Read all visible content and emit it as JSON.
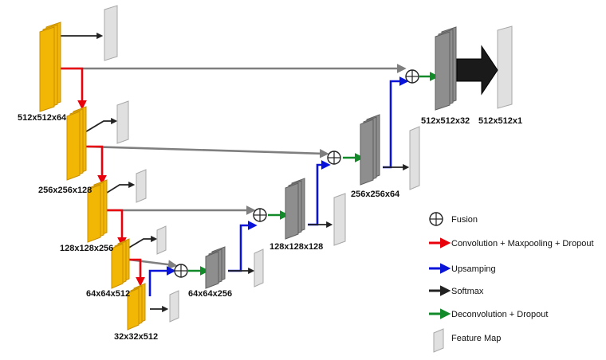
{
  "colors": {
    "encoder": "#f2b705",
    "encoder_edge": "#c98f00",
    "decoder": "#8e8e8e",
    "decoder_edge": "#5f5f5f",
    "feature_map": "#e0e0e0",
    "feature_edge": "#a8a8a8",
    "conv_arrow": "#e8000b",
    "up_arrow": "#0a14d8",
    "softmax_arrow": "#222222",
    "deconv_arrow": "#138a2a",
    "skip_arrow": "#7f7f7f"
  },
  "labels": {
    "enc1": "512x512x64",
    "enc2": "256x256x128",
    "enc3": "128x128x256",
    "enc4": "64x64x512",
    "enc5": "32x32x512",
    "dec4": "64x64x256",
    "dec3": "128x128x128",
    "dec2": "256x256x64",
    "dec1": "512x512x32",
    "output": "512x512x1"
  },
  "legend": {
    "fusion": "Fusion",
    "conv": "Convolution + Maxpooling + Dropout",
    "up": "Upsamping",
    "softmax": "Softmax",
    "deconv": "Deconvolution + Dropout",
    "feature_map": "Feature Map"
  }
}
